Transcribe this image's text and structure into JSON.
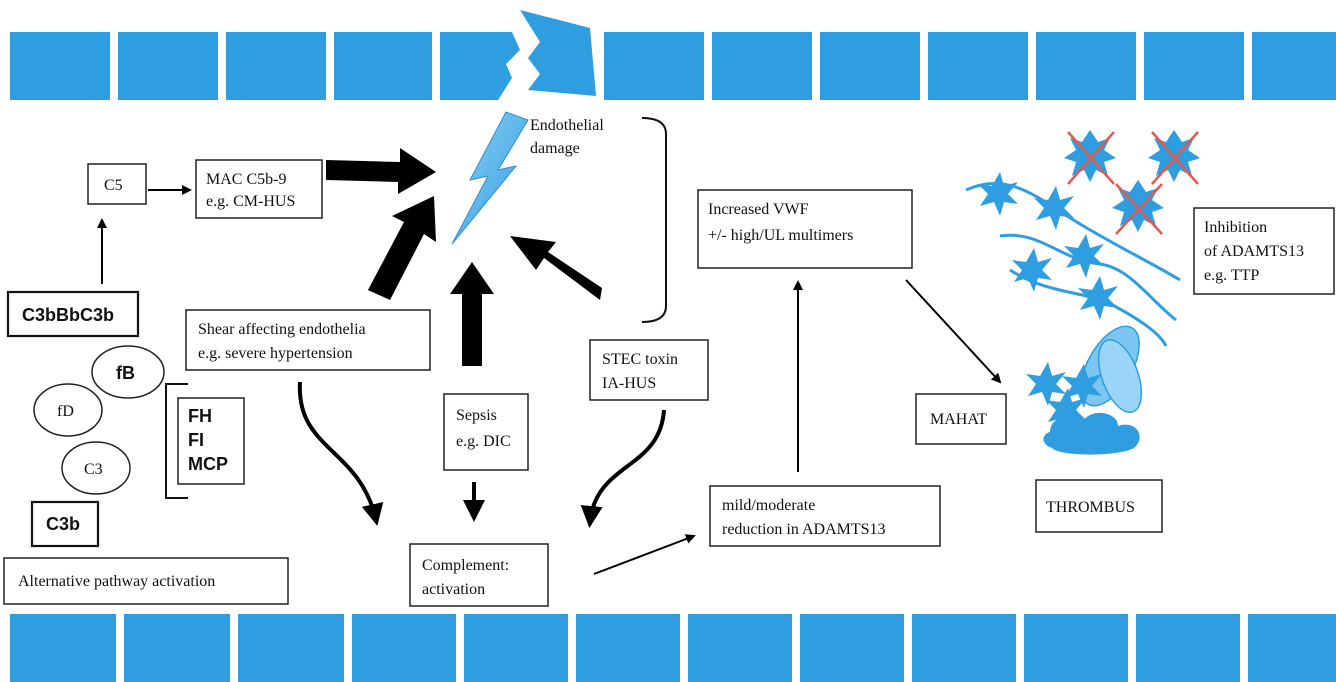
{
  "colors": {
    "cell": "#2f9ee0",
    "cell_light": "#7cc6f2",
    "arrow": "#000000"
  },
  "labels": {
    "endothelial_damage_1": "Endothelial",
    "endothelial_damage_2": "damage",
    "c5": "C5",
    "mac_1": "MAC C5b-9",
    "mac_2": "e.g. CM-HUS",
    "c3bbbc3b": "C3bBbC3b",
    "fb": "fB",
    "fd": "fD",
    "c3": "C3",
    "c3b": "C3b",
    "regulators": [
      "FH",
      "FI",
      "MCP"
    ],
    "alternative_pathway": "Alternative pathway activation",
    "shear_1": "Shear affecting endothelia",
    "shear_2": "e.g. severe hypertension",
    "sepsis_1": "Sepsis",
    "sepsis_2": "e.g. DIC",
    "stec_1": "STEC toxin",
    "stec_2": "IA-HUS",
    "complement_1": "Complement:",
    "complement_2": "activation",
    "reduction_1": "mild/moderate",
    "reduction_2": "reduction in ADAMTS13",
    "vwf_1": "Increased VWF",
    "vwf_2": "+/- high/UL multimers",
    "inhibition_1": "Inhibition",
    "inhibition_2": "of ADAMTS13",
    "inhibition_3": "e.g. TTP",
    "mahat": "MAHAT",
    "thrombus": "THROMBUS"
  },
  "icons": [
    "lightning-bolt-icon",
    "vwf-multimer-icon",
    "adamts13-crossed-icon",
    "thrombus-clot-icon"
  ]
}
